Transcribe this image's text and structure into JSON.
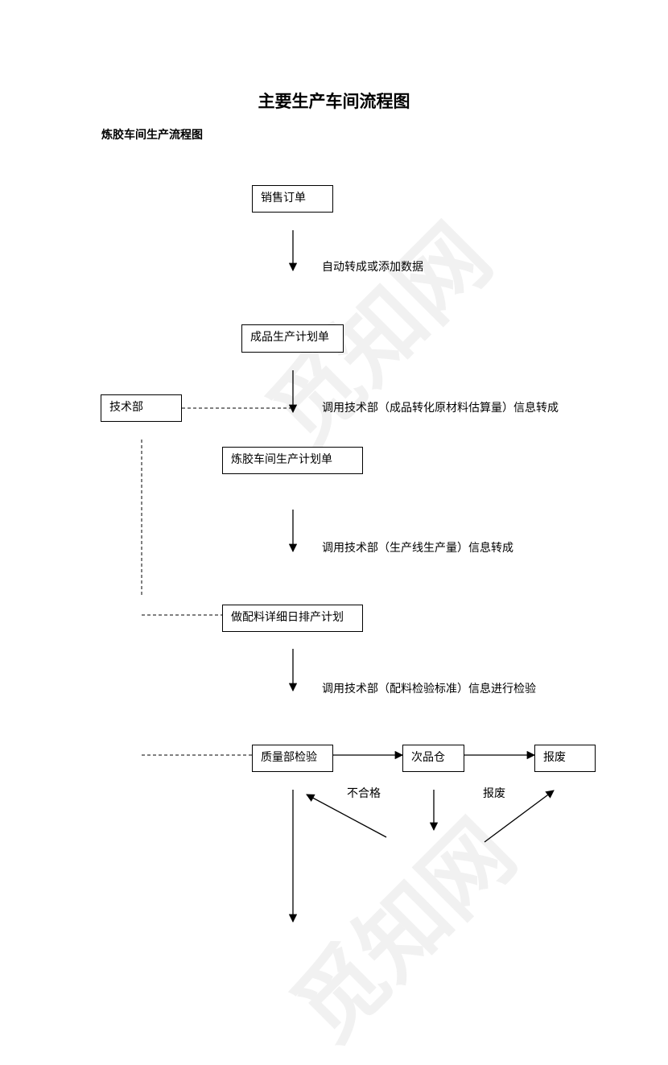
{
  "title": "主要生产车间流程图",
  "subtitle": "炼胶车间生产流程图",
  "nodes": {
    "sales_order": "销售订单",
    "finished_plan": "成品生产计划单",
    "tech_dept": "技术部",
    "mixing_plan": "炼胶车间生产计划单",
    "daily_schedule": "做配料详细日排产计划",
    "quality_check": "质量部检验",
    "secondary_warehouse": "次品仓",
    "scrap": "报废"
  },
  "labels": {
    "auto_convert": "自动转成或添加数据",
    "call_tech_materials": "调用技术部（成品转化原材料估算量）信息转成",
    "call_tech_line": "调用技术部（生产线生产量）信息转成",
    "call_tech_standard": "调用技术部（配料检验标准）信息进行检验",
    "unqualified": "不合格",
    "scrap_label": "报废"
  }
}
